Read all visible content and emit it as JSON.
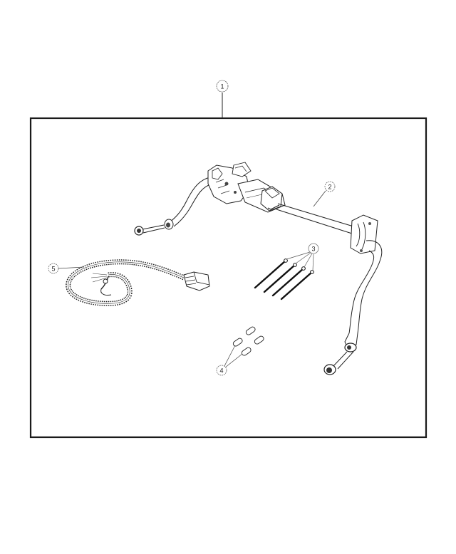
{
  "diagram": {
    "type": "exploded-parts-diagram",
    "frame": {
      "stroke": "#1a1a1a"
    },
    "callouts": [
      {
        "id": "callout-1",
        "label": "1",
        "target": "kit-assembly"
      },
      {
        "id": "callout-2",
        "label": "2",
        "target": "stabilizer-bar-with-actuator"
      },
      {
        "id": "callout-3",
        "label": "3",
        "target": "bolts"
      },
      {
        "id": "callout-4",
        "label": "4",
        "target": "bushings"
      },
      {
        "id": "callout-5",
        "label": "5",
        "target": "wiring-harness"
      }
    ]
  }
}
